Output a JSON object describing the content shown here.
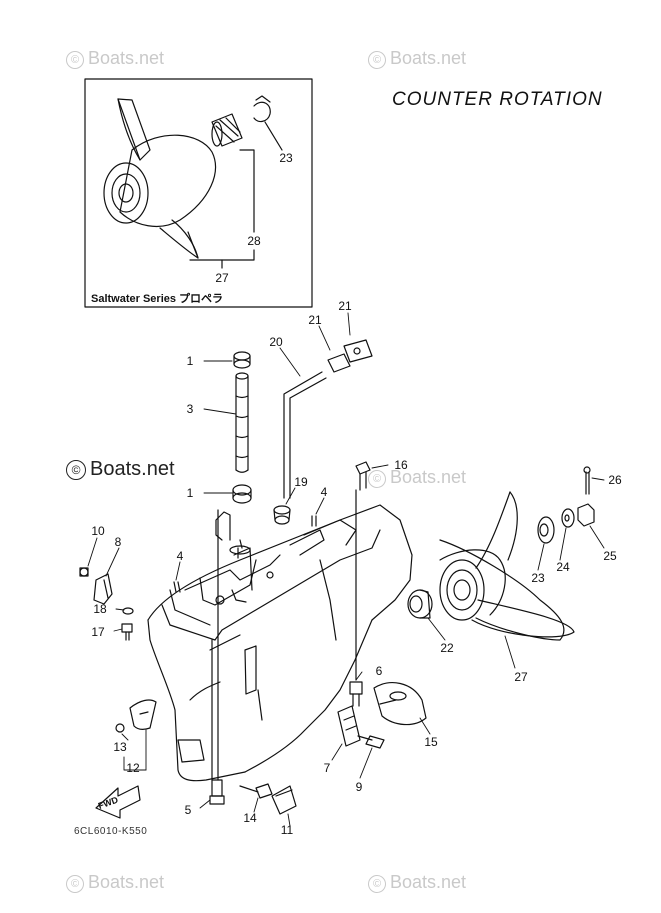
{
  "title": "COUNTER  ROTATION",
  "inset": {
    "label": "Saltwater Series プロペラ"
  },
  "diagram_code": "6CL6010-K550",
  "watermarks": [
    {
      "id": "wm-tl",
      "text": "Boats.net"
    },
    {
      "id": "wm-tr",
      "text": "Boats.net"
    },
    {
      "id": "wm-mr",
      "text": "Boats.net"
    },
    {
      "id": "wm-bl",
      "text": "Boats.net"
    },
    {
      "id": "wm-br",
      "text": "Boats.net"
    }
  ],
  "watermark_dark": {
    "text": "Boats.net"
  },
  "copyright_symbol": "©",
  "fwd_arrow": {
    "text": "FWD"
  },
  "callouts": {
    "c1": "1",
    "c2": "1",
    "c3": "3",
    "c4a": "4",
    "c4b": "4",
    "c5": "5",
    "c6": "6",
    "c7": "7",
    "c8": "8",
    "c9": "9",
    "c10": "10",
    "c11": "11",
    "c12": "12",
    "c13": "13",
    "c14": "14",
    "c15": "15",
    "c16": "16",
    "c17": "17",
    "c18": "18",
    "c19": "19",
    "c20": "20",
    "c21a": "21",
    "c21b": "21",
    "c22": "22",
    "c23a": "23",
    "c23b": "23",
    "c24": "24",
    "c25": "25",
    "c26": "26",
    "c27a": "27",
    "c27b": "27",
    "c28": "28"
  }
}
